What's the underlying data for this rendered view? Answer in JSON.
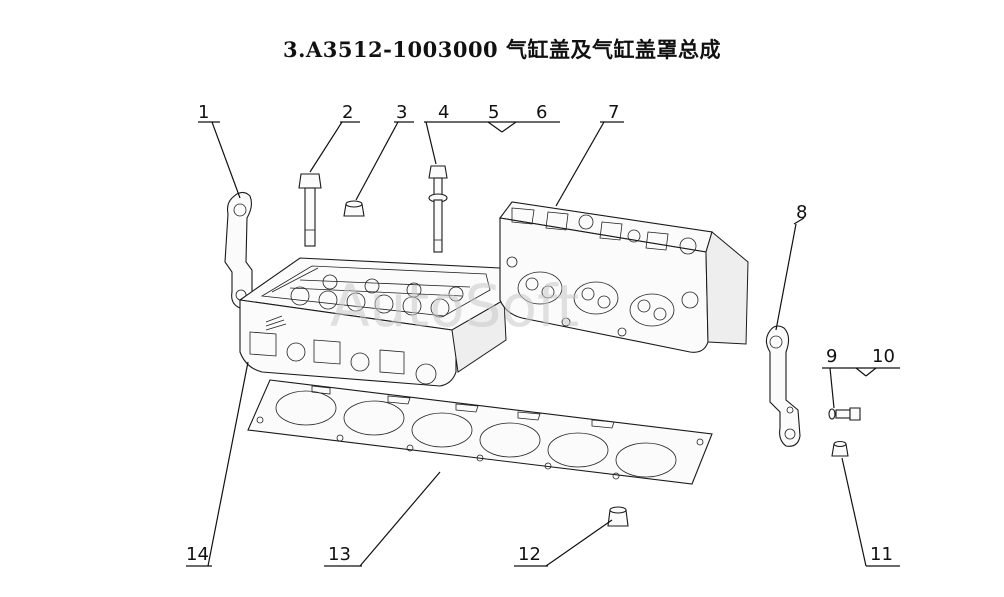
{
  "title": "3.A3512-1003000   气缸盖及气缸盖罩总成",
  "watermark": "AutoSoft",
  "callouts": {
    "c1": "1",
    "c2": "2",
    "c3": "3",
    "c4": "4",
    "c5": "5",
    "c6": "6",
    "c7": "7",
    "c8": "8",
    "c9": "9",
    "c10": "10",
    "c11": "11",
    "c12": "12",
    "c13": "13",
    "c14": "14"
  },
  "colors": {
    "line": "#111111",
    "watermark": "#c9c9c9",
    "background": "#ffffff"
  }
}
